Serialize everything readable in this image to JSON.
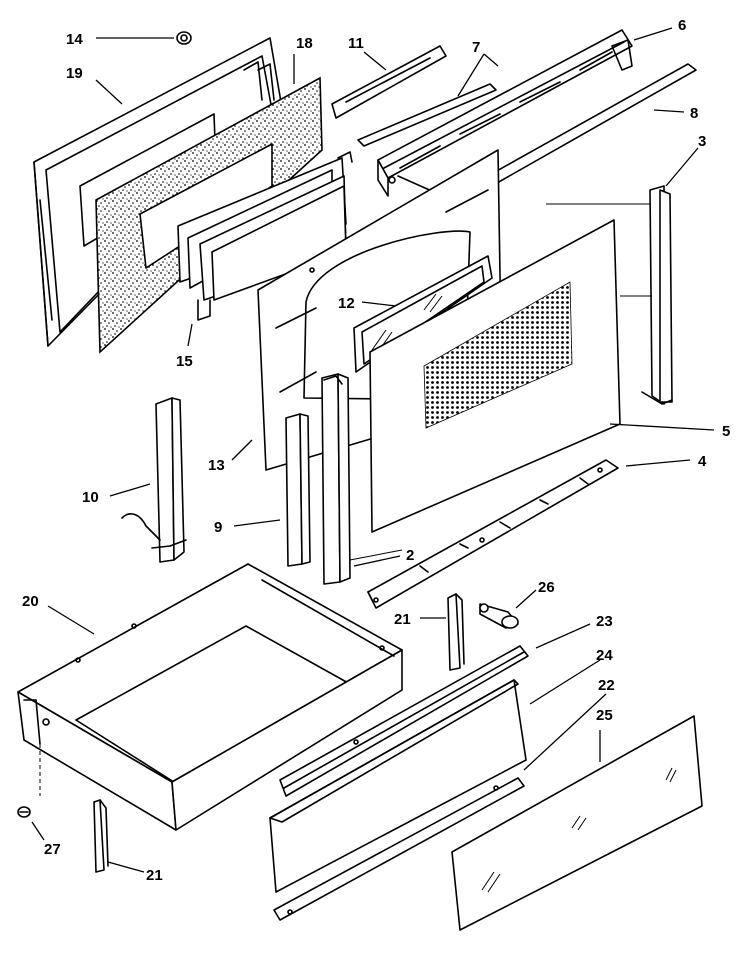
{
  "parts": [
    {
      "id": "p1",
      "label": "14"
    },
    {
      "id": "p2",
      "label": "18"
    },
    {
      "id": "p3",
      "label": "11"
    },
    {
      "id": "p4",
      "label": "7"
    },
    {
      "id": "p5",
      "label": "6"
    },
    {
      "id": "p6",
      "label": "19"
    },
    {
      "id": "p7",
      "label": "8"
    },
    {
      "id": "p8",
      "label": "3"
    },
    {
      "id": "p9",
      "label": "12"
    },
    {
      "id": "p10",
      "label": "15"
    },
    {
      "id": "p11",
      "label": "13"
    },
    {
      "id": "p12",
      "label": "5"
    },
    {
      "id": "p13",
      "label": "4"
    },
    {
      "id": "p14",
      "label": "10"
    },
    {
      "id": "p15",
      "label": "9"
    },
    {
      "id": "p16",
      "label": "2"
    },
    {
      "id": "p17",
      "label": "20"
    },
    {
      "id": "p18",
      "label": "21"
    },
    {
      "id": "p19",
      "label": "26"
    },
    {
      "id": "p20",
      "label": "23"
    },
    {
      "id": "p21",
      "label": "24"
    },
    {
      "id": "p22",
      "label": "22"
    },
    {
      "id": "p23",
      "label": "25"
    },
    {
      "id": "p24",
      "label": "27"
    },
    {
      "id": "p25",
      "label": "21"
    }
  ],
  "colors": {
    "line": "#000000",
    "background": "#ffffff"
  }
}
